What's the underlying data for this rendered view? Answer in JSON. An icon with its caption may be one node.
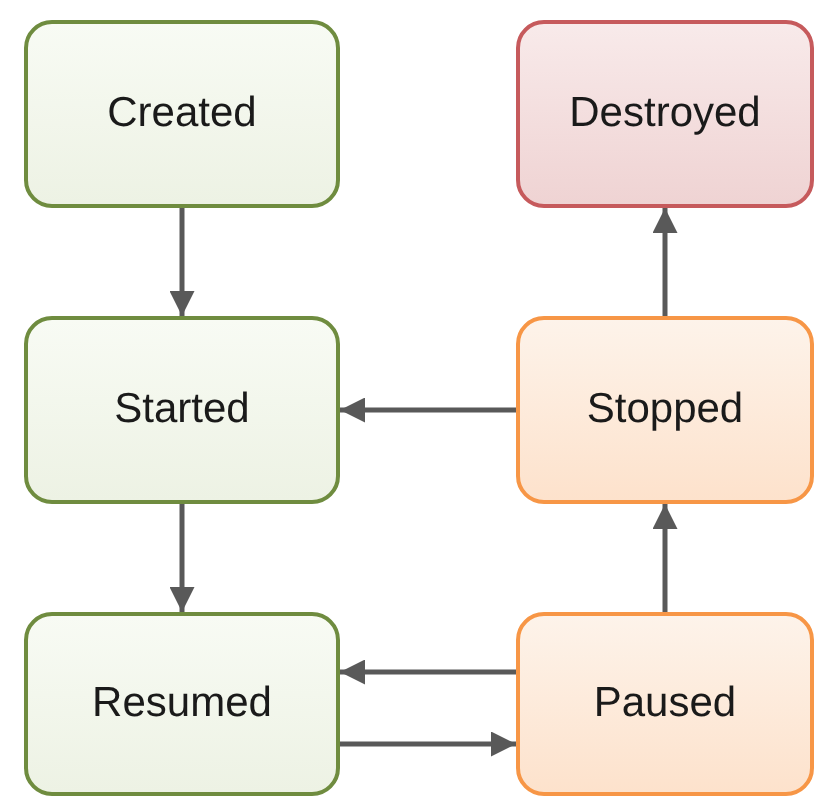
{
  "diagram": {
    "nodes": [
      {
        "text": [
          "Created"
        ]
      },
      {
        "text": [
          "Destroyed"
        ]
      },
      {
        "text": [
          "Started"
        ]
      },
      {
        "text": [
          "Stopped"
        ]
      },
      {
        "text": [
          "Resumed"
        ]
      },
      {
        "text": [
          "Paused"
        ]
      }
    ],
    "edges": [
      {
        "from": 0,
        "to": 2,
        "arrow": "to"
      },
      {
        "from": 2,
        "to": 4,
        "arrow": "to"
      },
      {
        "from": 3,
        "to": 2,
        "arrow": "to"
      },
      {
        "from": 3,
        "to": 1,
        "arrow": "to"
      },
      {
        "from": 5,
        "to": 3,
        "arrow": "to"
      },
      {
        "from": 5,
        "to": 4,
        "arrow": "to"
      },
      {
        "from": 4,
        "to": 5,
        "arrow": "to"
      }
    ]
  }
}
